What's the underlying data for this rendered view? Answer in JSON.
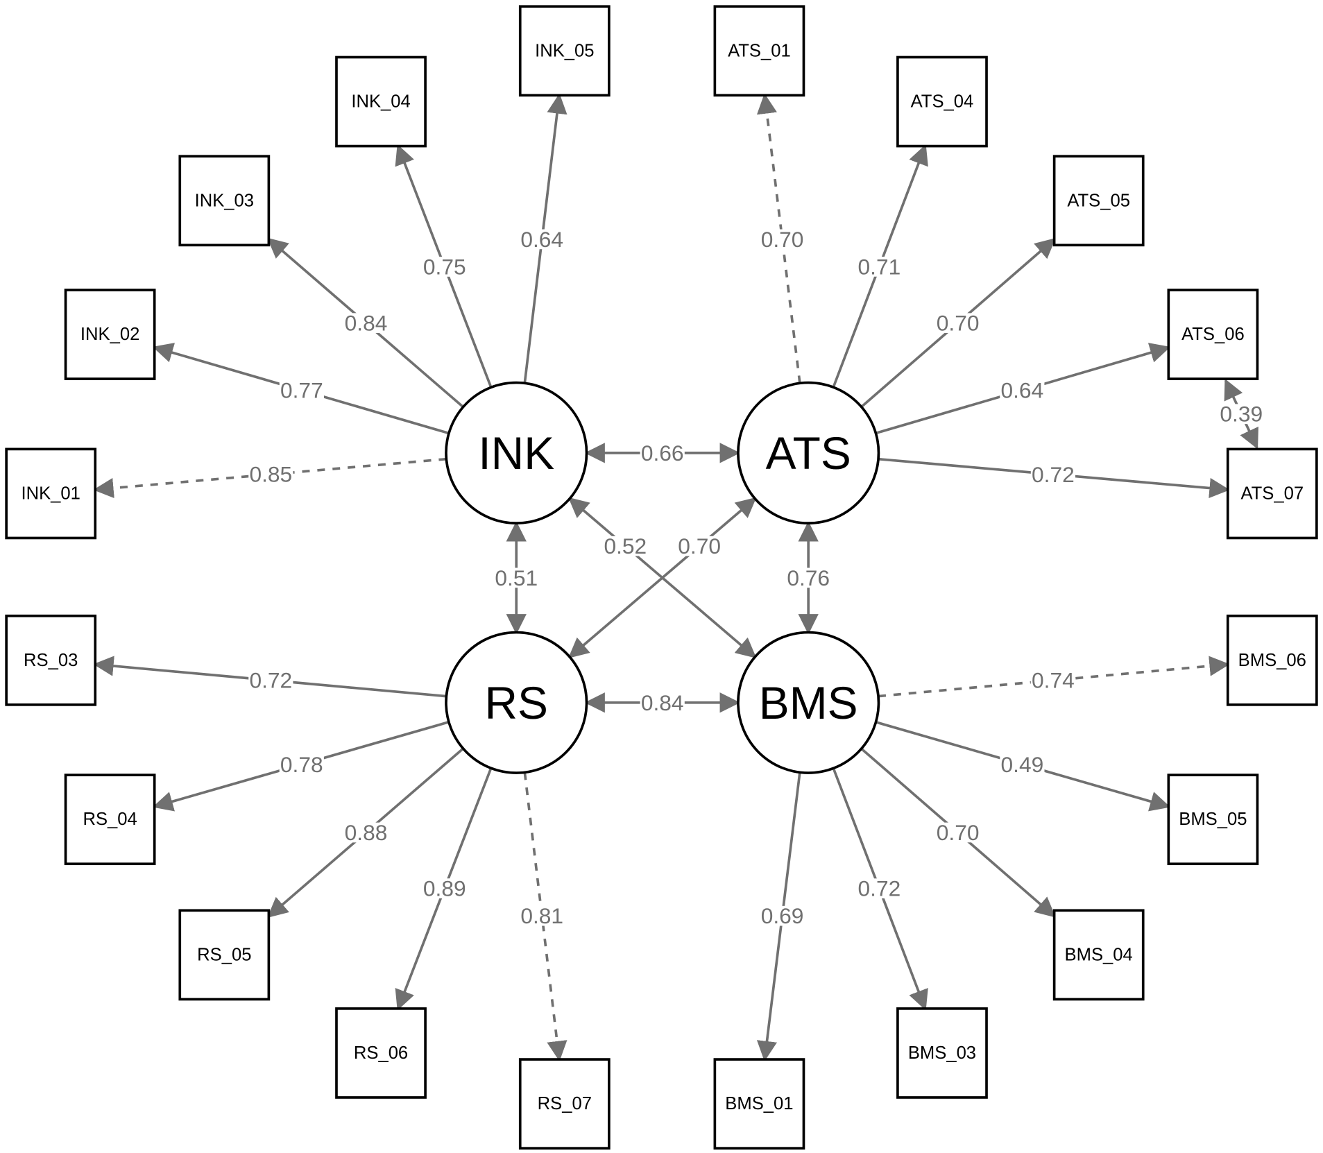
{
  "diagram": {
    "type": "confirmatory-factor-analysis-path-diagram",
    "latents": [
      {
        "id": "INK",
        "label": "INK"
      },
      {
        "id": "ATS",
        "label": "ATS"
      },
      {
        "id": "RS",
        "label": "RS"
      },
      {
        "id": "BMS",
        "label": "BMS"
      }
    ],
    "indicators": [
      {
        "label": "INK_01",
        "factor": "INK",
        "loading": "0.85",
        "dashed": true
      },
      {
        "label": "INK_02",
        "factor": "INK",
        "loading": "0.77",
        "dashed": false
      },
      {
        "label": "INK_03",
        "factor": "INK",
        "loading": "0.84",
        "dashed": false
      },
      {
        "label": "INK_04",
        "factor": "INK",
        "loading": "0.75",
        "dashed": false
      },
      {
        "label": "INK_05",
        "factor": "INK",
        "loading": "0.64",
        "dashed": false
      },
      {
        "label": "ATS_01",
        "factor": "ATS",
        "loading": "0.70",
        "dashed": true
      },
      {
        "label": "ATS_04",
        "factor": "ATS",
        "loading": "0.71",
        "dashed": false
      },
      {
        "label": "ATS_05",
        "factor": "ATS",
        "loading": "0.70",
        "dashed": false
      },
      {
        "label": "ATS_06",
        "factor": "ATS",
        "loading": "0.64",
        "dashed": false
      },
      {
        "label": "ATS_07",
        "factor": "ATS",
        "loading": "0.72",
        "dashed": false
      },
      {
        "label": "RS_03",
        "factor": "RS",
        "loading": "0.72",
        "dashed": false
      },
      {
        "label": "RS_04",
        "factor": "RS",
        "loading": "0.78",
        "dashed": false
      },
      {
        "label": "RS_05",
        "factor": "RS",
        "loading": "0.88",
        "dashed": false
      },
      {
        "label": "RS_06",
        "factor": "RS",
        "loading": "0.89",
        "dashed": false
      },
      {
        "label": "RS_07",
        "factor": "RS",
        "loading": "0.81",
        "dashed": true
      },
      {
        "label": "BMS_01",
        "factor": "BMS",
        "loading": "0.69",
        "dashed": false
      },
      {
        "label": "BMS_03",
        "factor": "BMS",
        "loading": "0.72",
        "dashed": false
      },
      {
        "label": "BMS_04",
        "factor": "BMS",
        "loading": "0.70",
        "dashed": false
      },
      {
        "label": "BMS_05",
        "factor": "BMS",
        "loading": "0.49",
        "dashed": false
      },
      {
        "label": "BMS_06",
        "factor": "BMS",
        "loading": "0.74",
        "dashed": true
      }
    ],
    "covariances": [
      {
        "from": "INK",
        "to": "ATS",
        "value": "0.66"
      },
      {
        "from": "INK",
        "to": "RS",
        "value": "0.51"
      },
      {
        "from": "INK",
        "to": "BMS",
        "value": "0.52"
      },
      {
        "from": "ATS",
        "to": "RS",
        "value": "0.70"
      },
      {
        "from": "ATS",
        "to": "BMS",
        "value": "0.76"
      },
      {
        "from": "RS",
        "to": "BMS",
        "value": "0.84"
      },
      {
        "from": "ATS_06",
        "to": "ATS_07",
        "value": "0.39"
      }
    ],
    "colors": {
      "edge": "#707070",
      "node_stroke": "#000000"
    }
  }
}
